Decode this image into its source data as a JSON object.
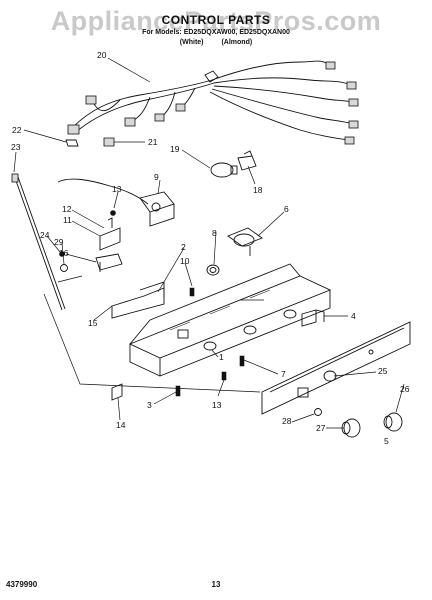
{
  "watermark": "AppliancePartsPros.com",
  "title": "CONTROL PARTS",
  "subtitle": "For Models: ED25DQXAW00, ED25DQXAN00",
  "variants": [
    "(White)",
    "(Almond)"
  ],
  "footer": {
    "doc_number": "4379990",
    "page": "13"
  },
  "callouts": {
    "c20": "20",
    "c22": "22",
    "c21": "21",
    "c23": "23",
    "c19": "19",
    "c18": "18",
    "c13a": "13",
    "c9": "9",
    "c12": "12",
    "c11": "11",
    "c24": "24",
    "c29": "29",
    "c16": "16",
    "c8": "8",
    "c6": "6",
    "c2": "2",
    "c10": "10",
    "c15": "15",
    "c4": "4",
    "c1": "1",
    "c7": "7",
    "c25": "25",
    "c3": "3",
    "c13b": "13",
    "c26": "26",
    "c14": "14",
    "c28": "28",
    "c27": "27",
    "c5": "5"
  }
}
